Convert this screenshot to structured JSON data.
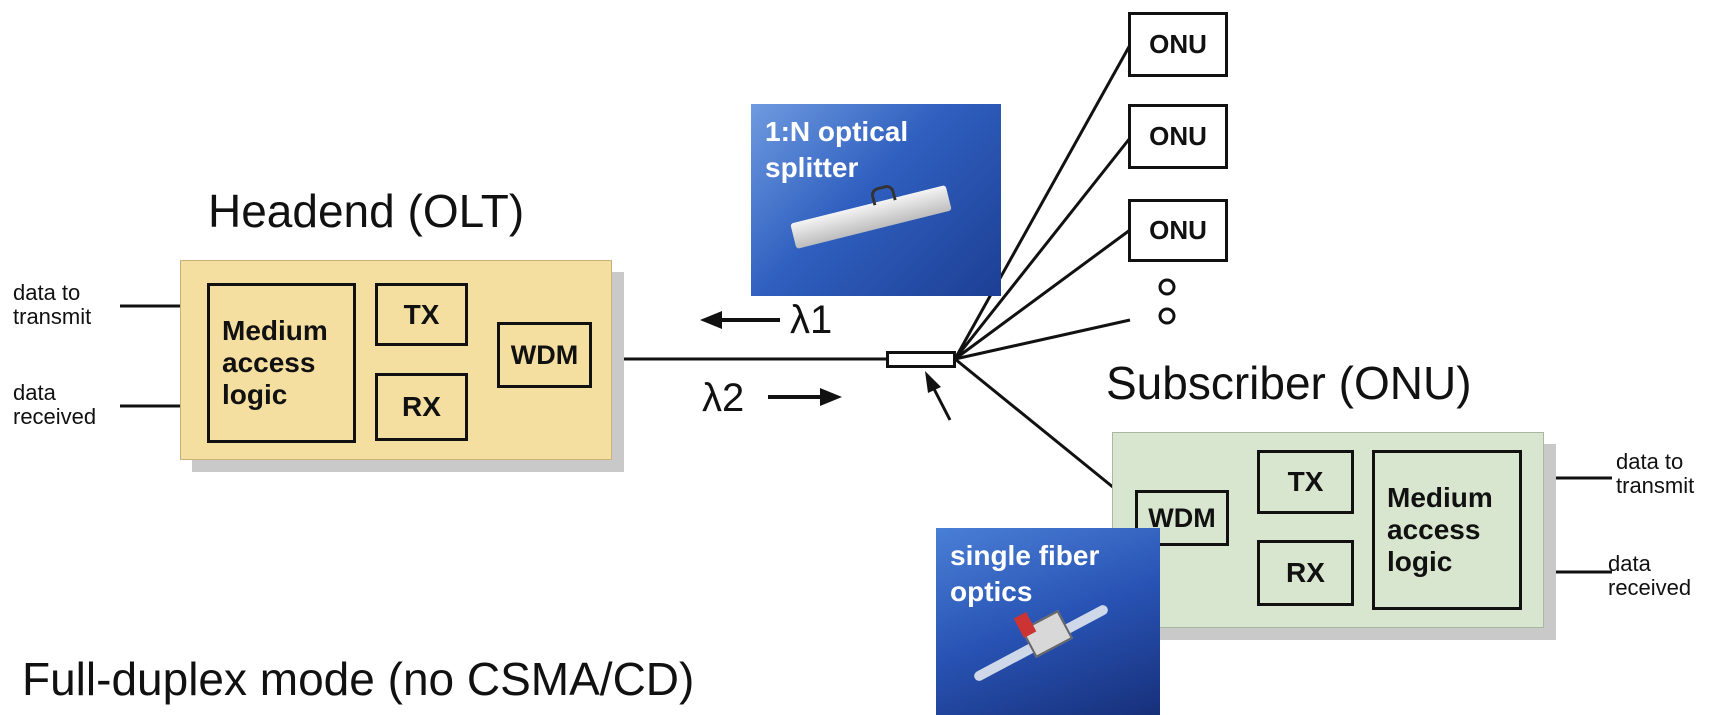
{
  "headend": {
    "title": "Headend (OLT)",
    "medium_access": [
      "Medium",
      "access",
      "logic"
    ],
    "tx": "TX",
    "rx": "RX",
    "wdm": "WDM",
    "data_tx": [
      "data to",
      "transmit"
    ],
    "data_rx": [
      "data",
      "received"
    ]
  },
  "subscriber": {
    "title": "Subscriber (ONU)",
    "medium_access": [
      "Medium",
      "access",
      "logic"
    ],
    "tx": "TX",
    "rx": "RX",
    "wdm": "WDM",
    "data_tx": [
      "data to",
      "transmit"
    ],
    "data_rx": [
      "data",
      "received"
    ]
  },
  "onus": [
    "ONU",
    "ONU",
    "ONU"
  ],
  "wavelengths": {
    "lambda1": "λ1",
    "lambda2": "λ2"
  },
  "splitter_photo": {
    "label": [
      "1:N optical",
      "splitter"
    ]
  },
  "fiber_photo": {
    "label": [
      "single fiber",
      "optics"
    ]
  },
  "caption": "Full-duplex mode (no CSMA/CD)",
  "colors": {
    "headend_fill": "#f5dfa0",
    "subscriber_fill": "#d8e6d0",
    "shadow": "#c9c9c9",
    "photo_blue": "#2f5fbf"
  }
}
